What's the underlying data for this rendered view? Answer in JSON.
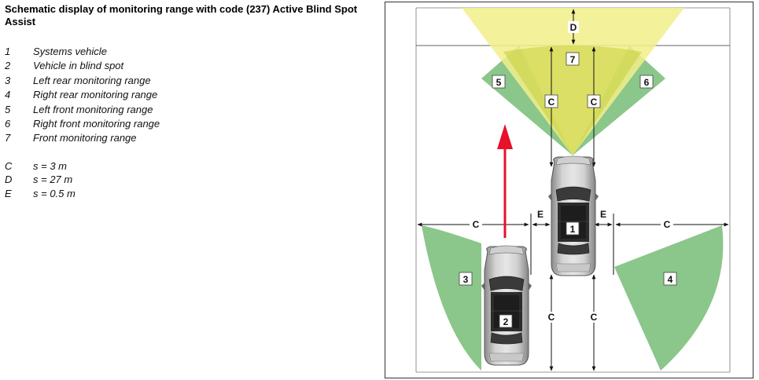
{
  "title": "Schematic display of monitoring range with code (237) Active Blind Spot Assist",
  "legend": [
    {
      "num": "1",
      "text": "Systems vehicle"
    },
    {
      "num": "2",
      "text": "Vehicle in blind spot"
    },
    {
      "num": "3",
      "text": "Left rear monitoring range"
    },
    {
      "num": "4",
      "text": "Right rear monitoring range"
    },
    {
      "num": "5",
      "text": "Left front monitoring range"
    },
    {
      "num": "6",
      "text": "Right front monitoring range"
    },
    {
      "num": "7",
      "text": "Front monitoring range"
    }
  ],
  "dimensions": [
    {
      "key": "C",
      "text": "s = 3 m"
    },
    {
      "key": "D",
      "text": "s = 27 m"
    },
    {
      "key": "E",
      "text": "s = 0.5 m"
    }
  ],
  "diagram": {
    "labels": {
      "car1": "1",
      "car2": "2",
      "zone3": "3",
      "zone4": "4",
      "zone5": "5",
      "zone6": "6",
      "zone7": "7",
      "dimC": "C",
      "dimD": "D",
      "dimE": "E"
    },
    "colors": {
      "green_zone": "#7ec07e",
      "yellow_zone": "#f2ef8a",
      "arrow": "#e8102a",
      "car_body": "#b9b9b9"
    }
  }
}
